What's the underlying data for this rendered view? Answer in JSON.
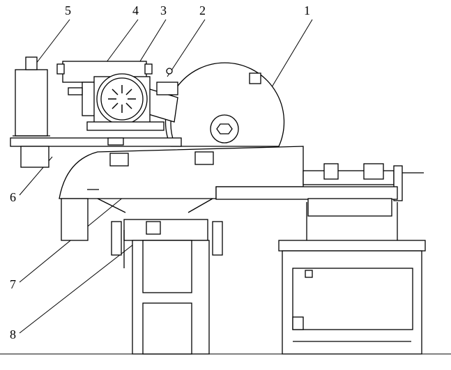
{
  "figure": {
    "labels": [
      {
        "id": "label-1",
        "text": "1"
      },
      {
        "id": "label-2",
        "text": "2"
      },
      {
        "id": "label-3",
        "text": "3"
      },
      {
        "id": "label-4",
        "text": "4"
      },
      {
        "id": "label-5",
        "text": "5"
      },
      {
        "id": "label-6",
        "text": "6"
      },
      {
        "id": "label-7",
        "text": "7"
      },
      {
        "id": "label-8",
        "text": "8"
      }
    ]
  }
}
